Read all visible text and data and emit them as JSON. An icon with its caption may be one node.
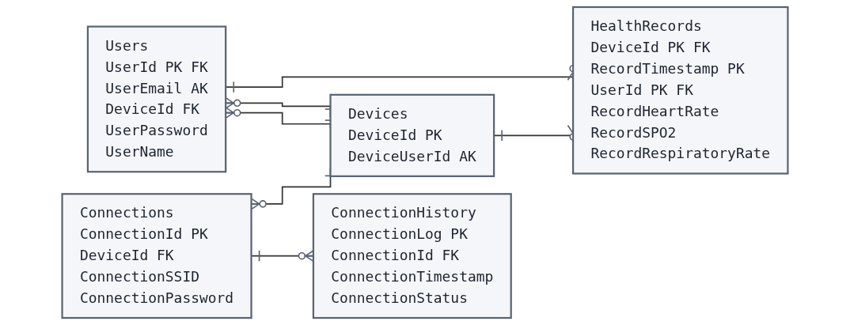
{
  "diagram": {
    "nodes": [
      {
        "text": [
          "Users",
          "UserId PK FK",
          "UserEmail AK",
          "DeviceId FK",
          "UserPassword",
          "UserName"
        ]
      },
      {
        "text": [
          "HealthRecords",
          "DeviceId PK FK",
          "RecordTimestamp PK",
          "UserId PK FK",
          "RecordHeartRate",
          "RecordSPO2",
          "RecordRespiratoryRate"
        ]
      },
      {
        "text": [
          "Devices",
          "DeviceId PK",
          "DeviceUserId AK"
        ]
      },
      {
        "text": [
          "Connections",
          "ConnectionId PK",
          "DeviceId FK",
          "ConnectionSSID",
          "ConnectionPassword"
        ]
      },
      {
        "text": [
          "ConnectionHistory",
          "ConnectionLog PK",
          "ConnectionId FK",
          "ConnectionTimestamp",
          "ConnectionStatus"
        ]
      }
    ],
    "edges": [
      {
        "from": 0,
        "to": 1,
        "arrow": "other"
      },
      {
        "from": 0,
        "to": 2,
        "arrow": "other"
      },
      {
        "from": 0,
        "to": 2,
        "arrow": "other"
      },
      {
        "from": 2,
        "to": 1,
        "arrow": "other"
      },
      {
        "from": 3,
        "to": 2,
        "arrow": "other"
      },
      {
        "from": 3,
        "to": 4,
        "arrow": "other"
      }
    ]
  }
}
